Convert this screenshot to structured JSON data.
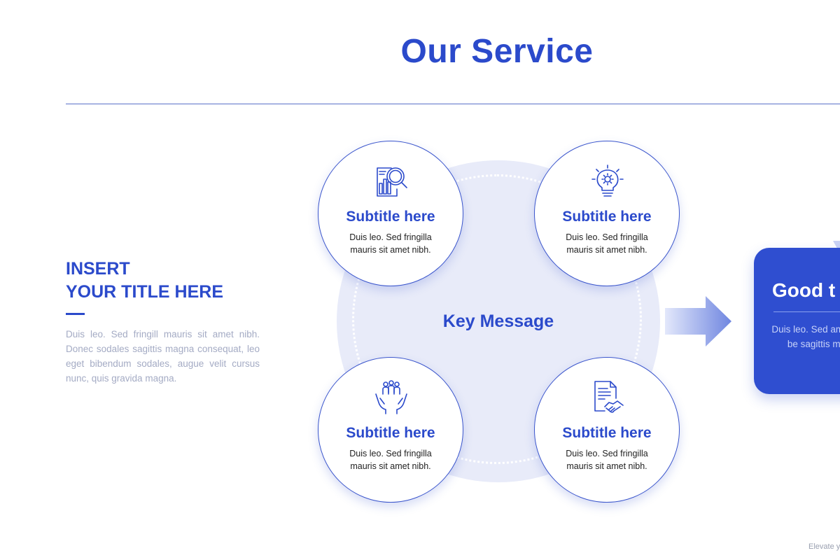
{
  "slide": {
    "title": "Our Service",
    "side_title_line1": "INSERT",
    "side_title_line2": "YOUR TITLE HERE",
    "side_body": "Duis leo. Sed fringill mauris sit amet nibh. Donec sodales sagittis magna consequat, leo eget bibendum sodales, augue velit cursus nunc, quis gravida magna.",
    "key_message": "Key Message",
    "services": [
      {
        "subtitle": "Subtitle here",
        "text": "Duis leo. Sed fringilla mauris sit amet nibh.",
        "icon": "report-search-icon"
      },
      {
        "subtitle": "Subtitle here",
        "text": "Duis leo. Sed fringilla mauris sit amet nibh.",
        "icon": "lightbulb-gear-icon"
      },
      {
        "subtitle": "Subtitle here",
        "text": "Duis leo. Sed fringilla mauris sit amet nibh.",
        "icon": "hands-people-icon"
      },
      {
        "subtitle": "Subtitle here",
        "text": "Duis leo. Sed fringilla mauris sit amet nibh.",
        "icon": "contract-handshake-icon"
      }
    ],
    "card": {
      "title": "Good t",
      "text": "Duis leo. Sed amet nibh be sagittis magn"
    },
    "footer": "Elevate y"
  },
  "colors": {
    "accent": "#2b4acb",
    "card_background": "#2f4ed0",
    "disc_background": "#e8ebf9",
    "muted_text": "#a4abc4"
  }
}
